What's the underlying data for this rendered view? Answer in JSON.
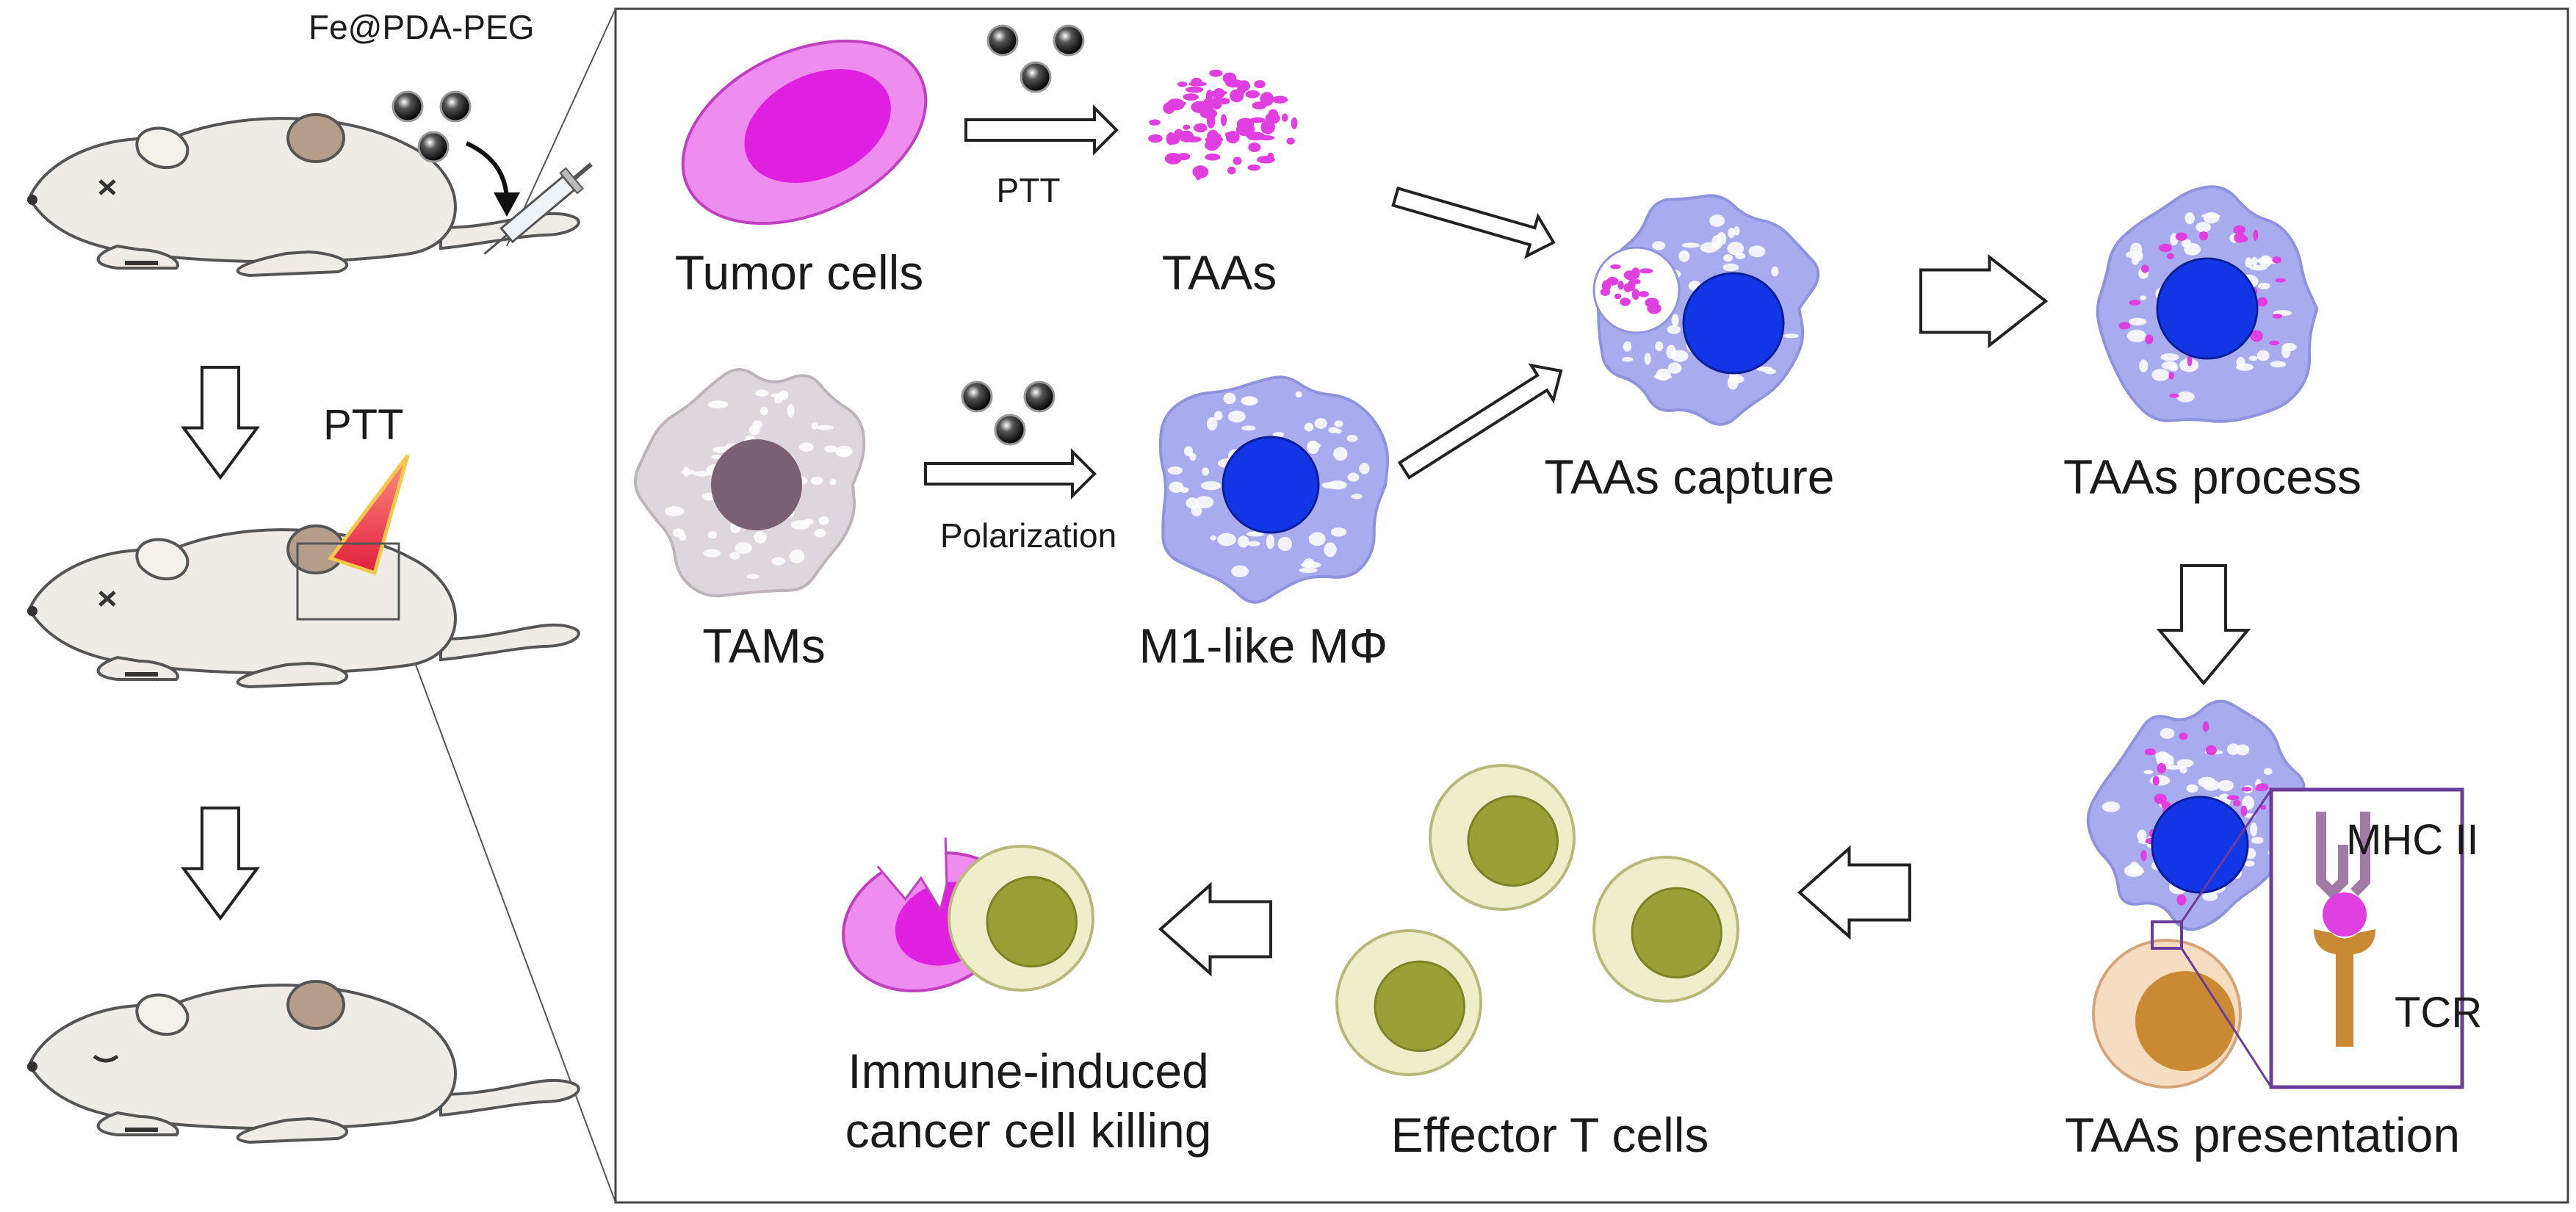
{
  "left_panel": {
    "injection_label": "Fe@PDA-PEG",
    "ptt_label": "PTT"
  },
  "pathway": {
    "tumor_cells": "Tumor cells",
    "ptt_arrow": "PTT",
    "taas": "TAAs",
    "tams": "TAMs",
    "polarization_arrow": "Polarization",
    "m1_macrophage": "M1-like MΦ",
    "taas_capture": "TAAs capture",
    "taas_process": "TAAs process",
    "taas_presentation": "TAAs presentation",
    "effector_t_cells": "Effector T cells",
    "cancer_killing": "Immune-induced\ncancer cell killing",
    "mhc_label": "MHC II",
    "tcr_label": "TCR"
  },
  "colors": {
    "tumor_outer": "#ef8cf0",
    "tumor_nucleus": "#e020e0",
    "taa_dots": "#e13ee0",
    "macrophage_body": "#a9abef",
    "macrophage_nucleus": "#1236e6",
    "tam_body": "#ddd6dc",
    "tam_nucleus": "#7a6070",
    "t_cell_outer": "#eeeecb",
    "t_cell_inner": "#99a036",
    "apc_t_cell_outer": "#f6dcc1",
    "apc_t_cell_inner": "#c98a33",
    "inset_border": "#6b3c99",
    "laser": "#e8425a",
    "mouse_body": "#efebe6",
    "mouse_ear": "#b49d8a"
  }
}
